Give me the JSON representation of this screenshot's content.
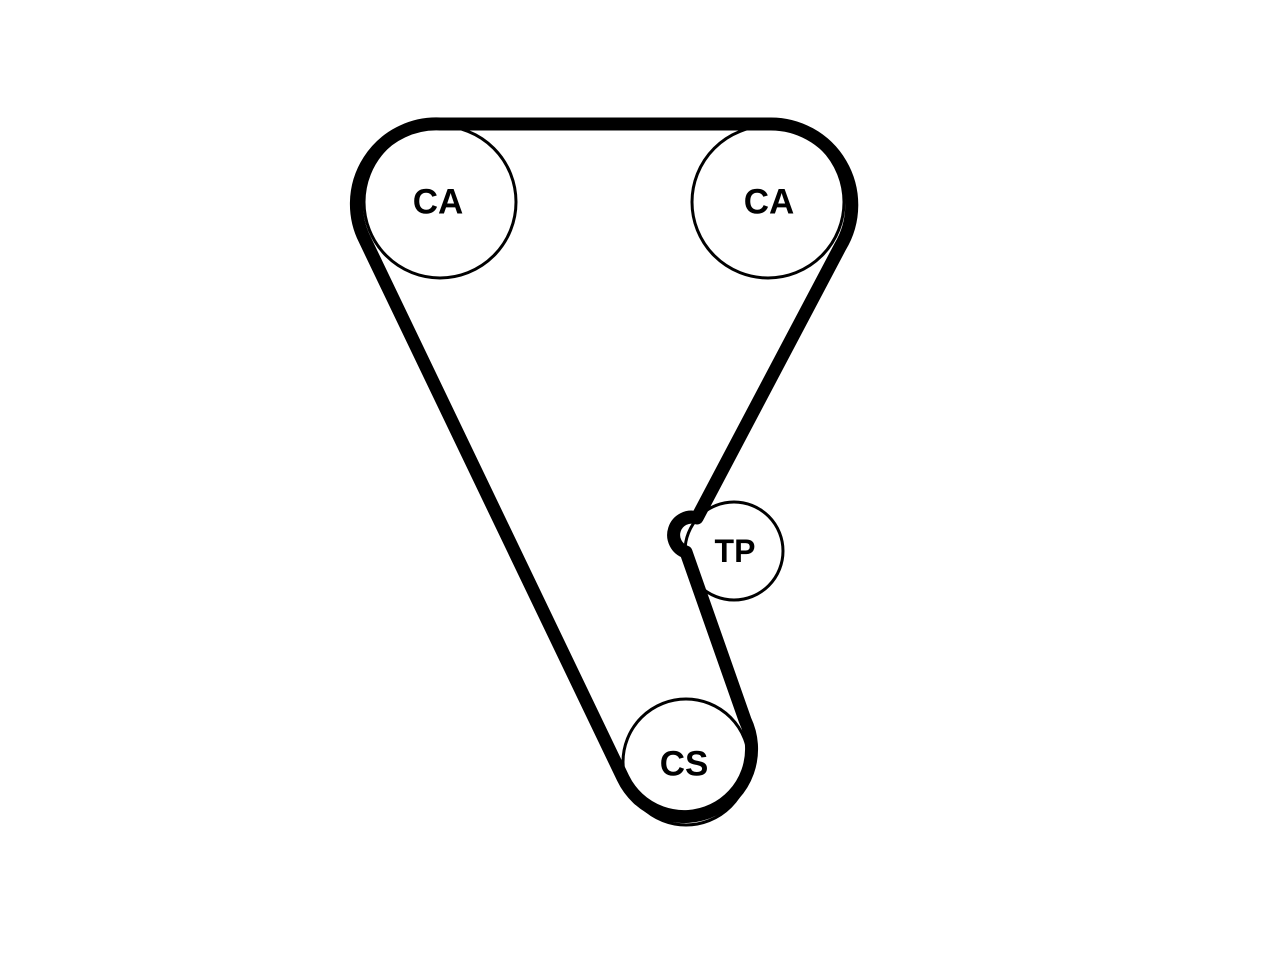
{
  "diagram": {
    "pulleys": [
      {
        "id": "camshaft-left",
        "label": "CA"
      },
      {
        "id": "camshaft-right",
        "label": "CA"
      },
      {
        "id": "tensioner",
        "label": "TP"
      },
      {
        "id": "crankshaft",
        "label": "CS"
      }
    ],
    "colors": {
      "belt": "#000000",
      "pulley_stroke": "#000000",
      "background": "#ffffff"
    }
  }
}
